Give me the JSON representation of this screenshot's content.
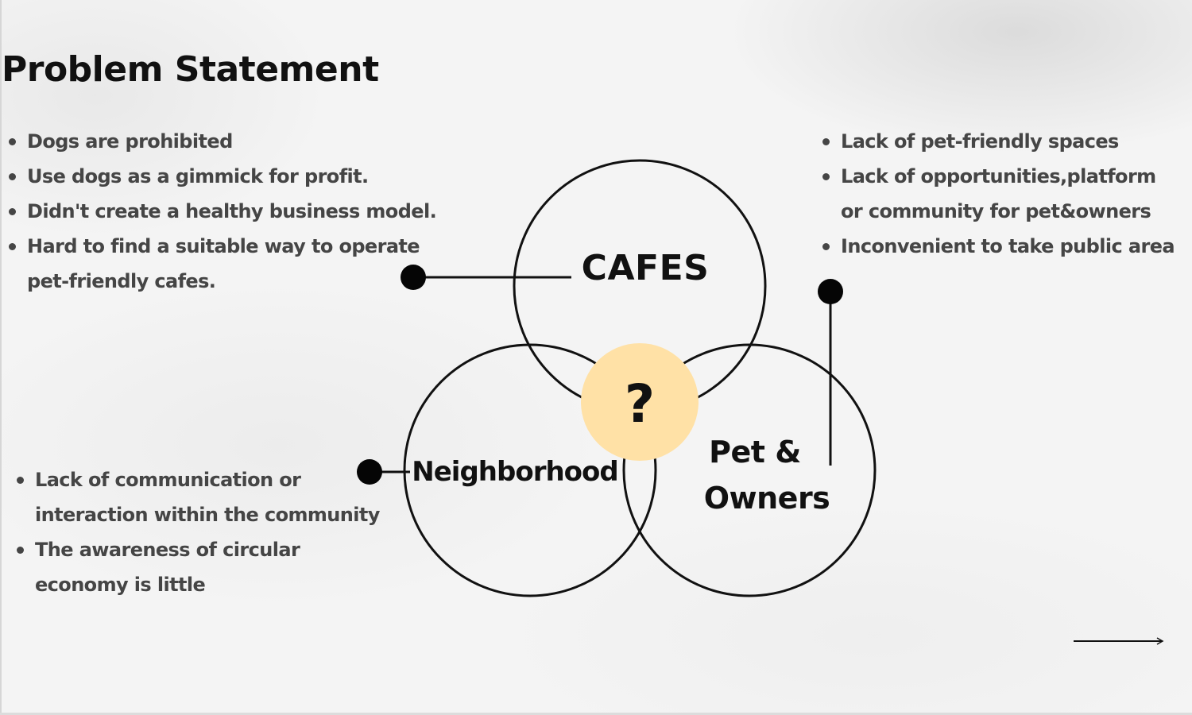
{
  "title": "Problem Statement",
  "colors": {
    "center_circle": "#FFE1A6",
    "bullet_text": "#454545",
    "outline": "#111111"
  },
  "circles": {
    "cafes": "CAFES",
    "neighborhood": "Neighborhood",
    "pet_owners_line1": "Pet &",
    "pet_owners_line2": "Owners",
    "center": "?"
  },
  "cafes_problems": [
    "Dogs are prohibited",
    "Use dogs as a gimmick for profit.",
    "Didn't create a healthy business model.",
    "Hard to find a suitable way to operate",
    "pet-friendly cafes."
  ],
  "pet_owner_problems": [
    "Lack of pet-friendly spaces",
    "Lack of opportunities,platform",
    "or community for pet&owners",
    "Inconvenient to take public area"
  ],
  "neighborhood_problems": [
    "Lack of communication or",
    "interaction within the community",
    "The awareness of circular",
    "economy is little"
  ]
}
